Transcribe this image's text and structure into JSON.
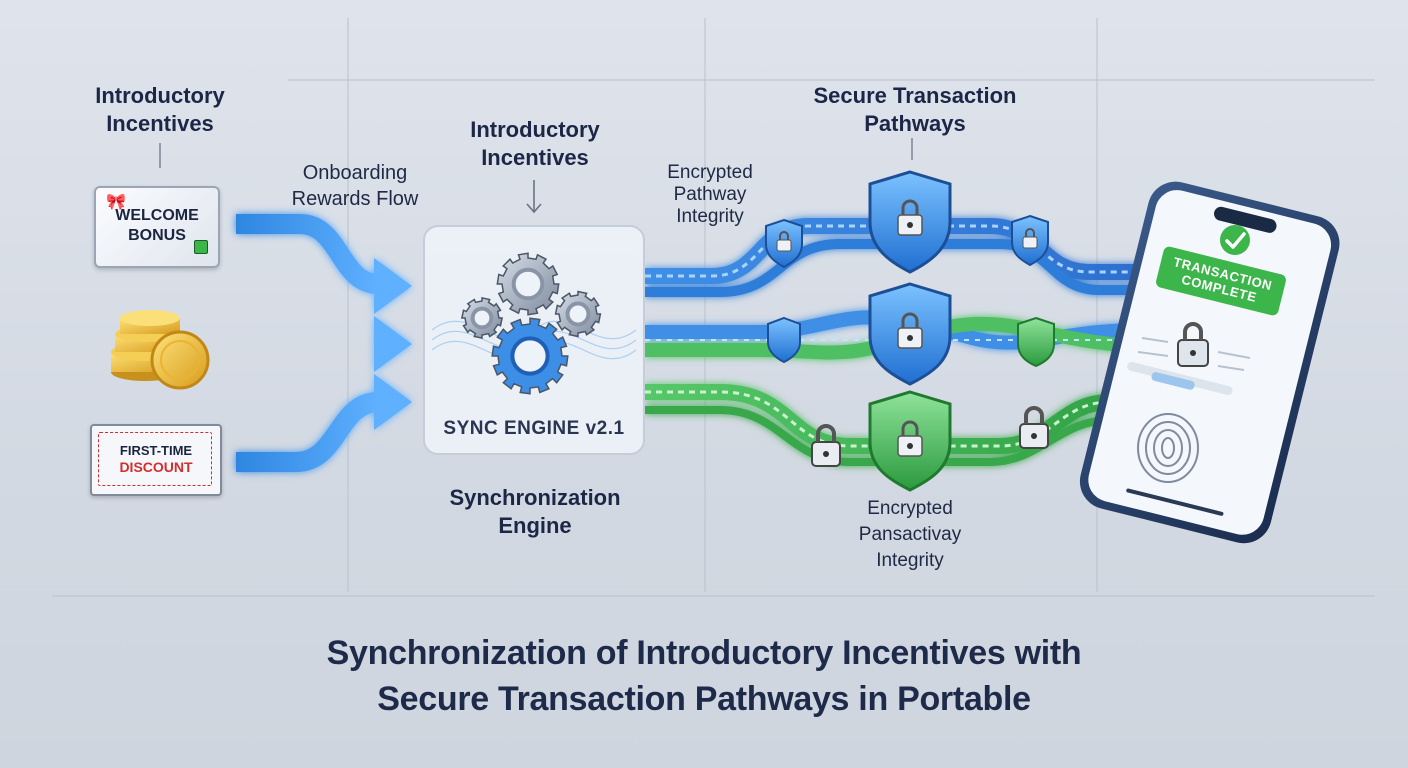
{
  "labels": {
    "incentives_left": "Introductory Incentives",
    "onboarding_flow": "Onboarding Rewards Flow",
    "incentives_center": "Introductory Incentives",
    "encrypted_top": "Encrypted Pathway Integrity",
    "secure_pathways": "Secure Transaction Pathways",
    "sync_engine_caption": "Synchronization Engine",
    "encrypted_bottom": "Encrypted Pansactivay Integrity"
  },
  "cards": {
    "welcome_bonus": "WELCOME BONUS",
    "first_time_discount_line1": "FIRST-TIME",
    "first_time_discount_line2": "DISCOUNT"
  },
  "engine": {
    "name": "SYNC ENGINE v2.1"
  },
  "phone": {
    "status": "TRANSACTION COMPLETE"
  },
  "title": {
    "line1": "Synchronization of Introductory Incentives with",
    "line2": "Secure Transaction Pathways in Portable"
  },
  "colors": {
    "blue_accent": "#2f8ae6",
    "green_accent": "#3cb54b",
    "text_dark": "#1c2747",
    "discount_red": "#d32f2f"
  },
  "icons": [
    "gift-icon",
    "lock-icon",
    "coin-stack-icon",
    "gear-icon",
    "shield-lock-icon",
    "check-icon",
    "fingerprint-icon",
    "arrow-down-icon"
  ]
}
